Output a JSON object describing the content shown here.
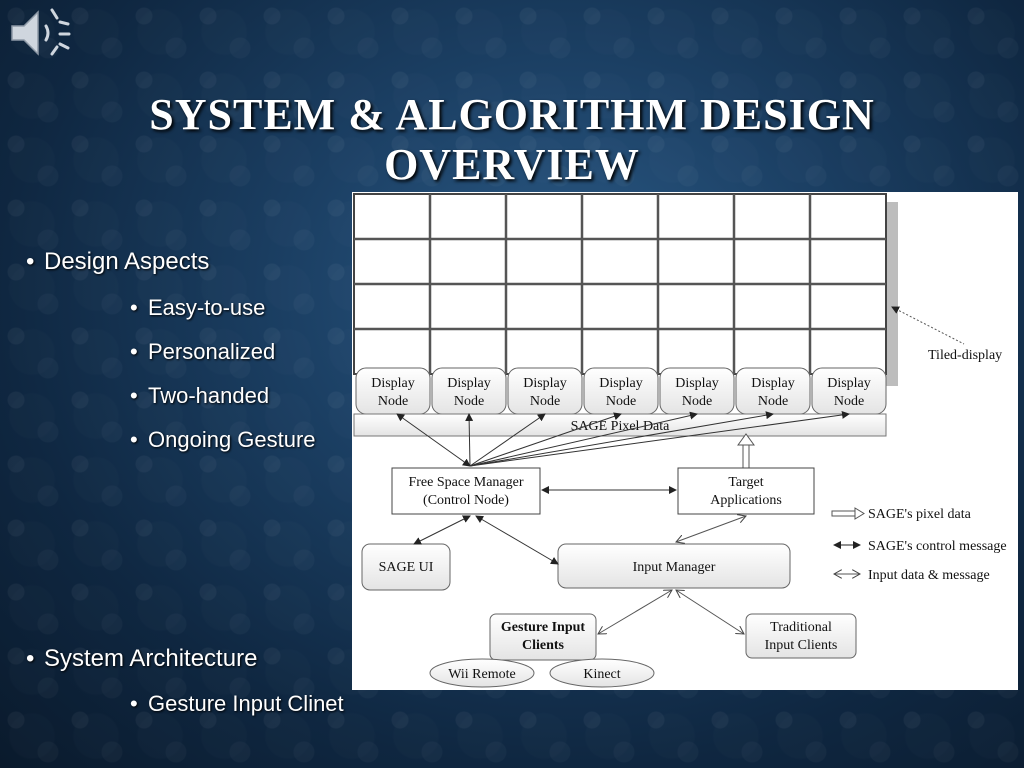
{
  "slide": {
    "title_line1": "SYSTEM & ALGORITHM DESIGN",
    "title_line2": "OVERVIEW",
    "accent_color": "#1b3f63"
  },
  "bullets": {
    "design_aspects": {
      "label": "Design Aspects",
      "items": [
        "Easy-to-use",
        "Personalized",
        "Two-handed",
        "Ongoing Gesture"
      ]
    },
    "system_architecture": {
      "label": "System Architecture",
      "items": [
        "Gesture Input Clinet"
      ]
    }
  },
  "diagram": {
    "display_node_line1": "Display",
    "display_node_line2": "Node",
    "pixel_bar": "SAGE Pixel Data",
    "tiled_display": "Tiled-display",
    "free_space_line1": "Free Space Manager",
    "free_space_line2": "(Control Node)",
    "target_line1": "Target",
    "target_line2": "Applications",
    "sage_ui": "SAGE UI",
    "input_manager": "Input Manager",
    "gesture_line1": "Gesture Input",
    "gesture_line2": "Clients",
    "traditional_line1": "Traditional",
    "traditional_line2": "Input Clients",
    "wii": "Wii Remote",
    "kinect": "Kinect",
    "legend": {
      "pixel": "SAGE's pixel data",
      "control": "SAGE's control message",
      "input": "Input data & message"
    }
  },
  "icons": {
    "speaker": "speaker-icon"
  }
}
